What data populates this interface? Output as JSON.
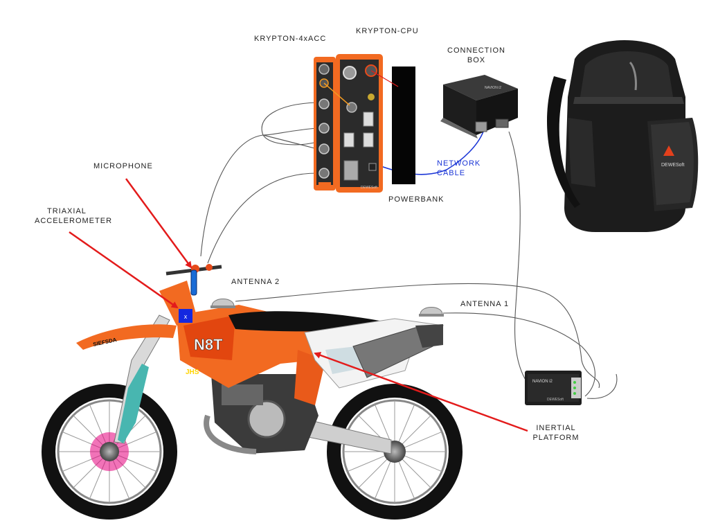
{
  "labels": {
    "krypton_4xacc": "KRYPTON-4xACC",
    "krypton_cpu": "KRYPTON-CPU",
    "connection_box_l1": "CONNECTION",
    "connection_box_l2": "BOX",
    "network_cable_l1": "NETWORK",
    "network_cable_l2": "CABLE",
    "powerbank": "POWERBANK",
    "microphone": "MICROPHONE",
    "triaxial_l1": "TRIAXIAL",
    "triaxial_l2": "ACCELEROMETER",
    "antenna_2": "ANTENNA 2",
    "antenna_1": "ANTENNA 1",
    "inertial_l1": "INERTIAL",
    "inertial_l2": "PLATFORM"
  },
  "device_text": {
    "navion": "NAVION i2",
    "brand": "DEWESoft",
    "accel_marker": "x",
    "bike_logo": "N8T",
    "fork_text": "JHS",
    "fender_text": "SIEFSDA"
  },
  "colors": {
    "krypton_orange": "#f26a21",
    "arrow_red": "#e31b1b",
    "network_blue": "#1a35d6",
    "accel_blue": "#1428e0"
  }
}
